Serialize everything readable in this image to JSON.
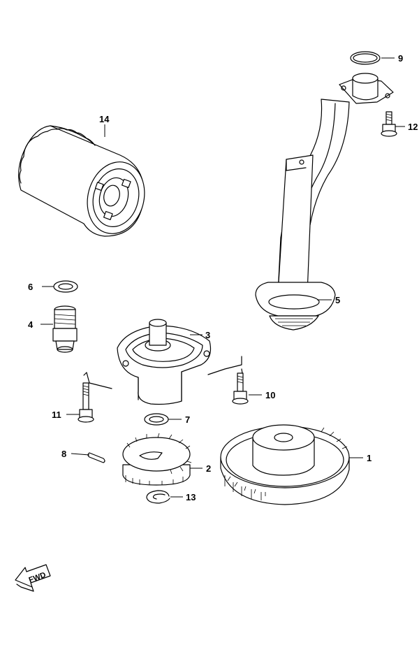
{
  "parts": {
    "p1": "1",
    "p2": "2",
    "p3": "3",
    "p4": "4",
    "p5": "5",
    "p6": "6",
    "p7": "7",
    "p8": "8",
    "p9": "9",
    "p10": "10",
    "p11": "11",
    "p12": "12",
    "p13": "13",
    "p14": "14"
  },
  "direction_arrow": {
    "label": "FWD"
  }
}
